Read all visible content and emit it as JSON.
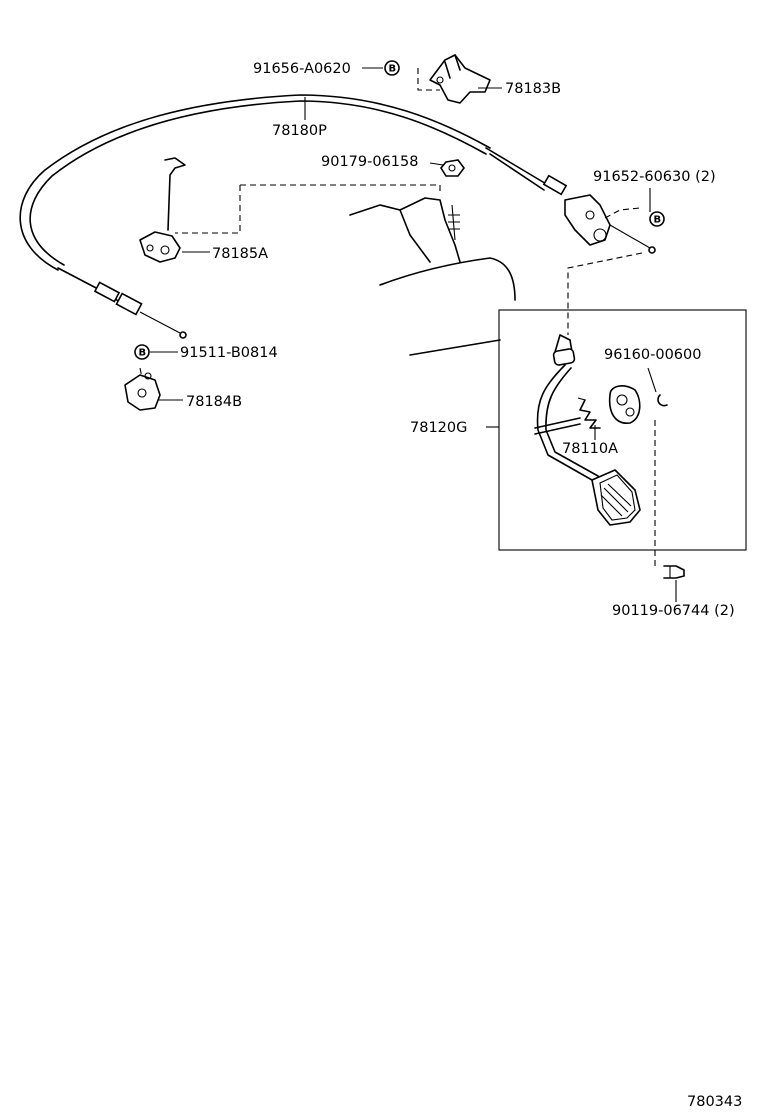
{
  "parts": {
    "p1": "91656-A0620",
    "p2": "78183B",
    "p3": "78180P",
    "p4": "90179-06158",
    "p5": "91652-60630 (2)",
    "p6": "78185A",
    "p7": "91511-B0814",
    "p8": "78184B",
    "p9": "96160-00600",
    "p10": "78120G",
    "p11": "78110A",
    "p12": "90119-06744 (2)"
  },
  "badges": {
    "b": "B"
  },
  "footer": {
    "code": "780343"
  }
}
